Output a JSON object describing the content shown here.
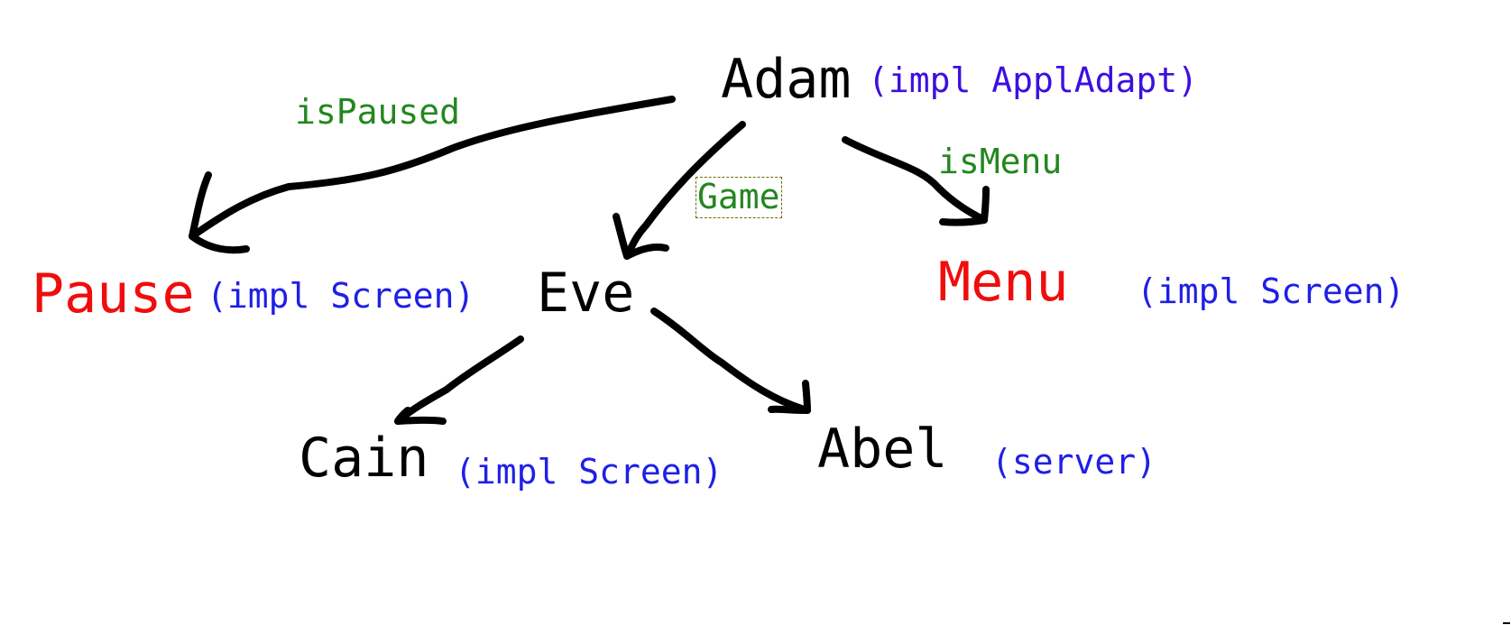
{
  "colors": {
    "node": "#000000",
    "screen_node": "#f00d0d",
    "impl": "#1f1fe6",
    "impl_root": "#3c0fe0",
    "edge_label": "#23871f",
    "arrow": "#000000"
  },
  "nodes": {
    "adam": {
      "name": "Adam",
      "impl": "(impl ApplAdapt)"
    },
    "pause": {
      "name": "Pause",
      "impl": "(impl Screen)"
    },
    "eve": {
      "name": "Eve",
      "impl": ""
    },
    "menu": {
      "name": "Menu",
      "impl": "(impl Screen)"
    },
    "cain": {
      "name": "Cain",
      "impl": "(impl Screen)"
    },
    "abel": {
      "name": "Abel",
      "impl": "(server)"
    }
  },
  "edges": {
    "adam_pause": "isPaused",
    "adam_eve": "Game",
    "adam_menu": "isMenu",
    "eve_cain": "",
    "eve_abel": ""
  }
}
